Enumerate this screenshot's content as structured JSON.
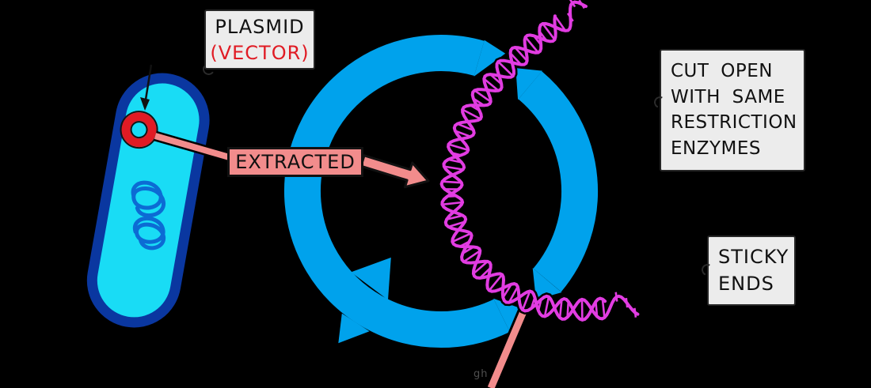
{
  "labels": {
    "plasmid_tag": {
      "line1": "PLASMID",
      "line2": "(VECTOR)"
    },
    "extracted": "EXTRACTED",
    "cut_open_tag": {
      "line1": "CUT OPEN",
      "line2": "WITH SAME",
      "line3": "RESTRICTION",
      "line4": "ENZYMES"
    },
    "sticky_ends_tag": {
      "line1": "STICKY",
      "line2": "ENDS"
    },
    "watermark": "gh"
  },
  "colors": {
    "background": "#000000",
    "plasmid_ring_blue": "#00A2EC",
    "dna_helix_magenta": "#E23CE2",
    "bacterium_fill_cyan": "#19DCF5",
    "bacterium_outline_blue": "#0A37A0",
    "chromosome_tangle_blue": "#0C6BD4",
    "plasmid_loop_red": "#E01B24",
    "arrow_pink": "#F28C8C",
    "tag_background_grey": "#ECECEC",
    "vector_text_red": "#E01B24"
  }
}
